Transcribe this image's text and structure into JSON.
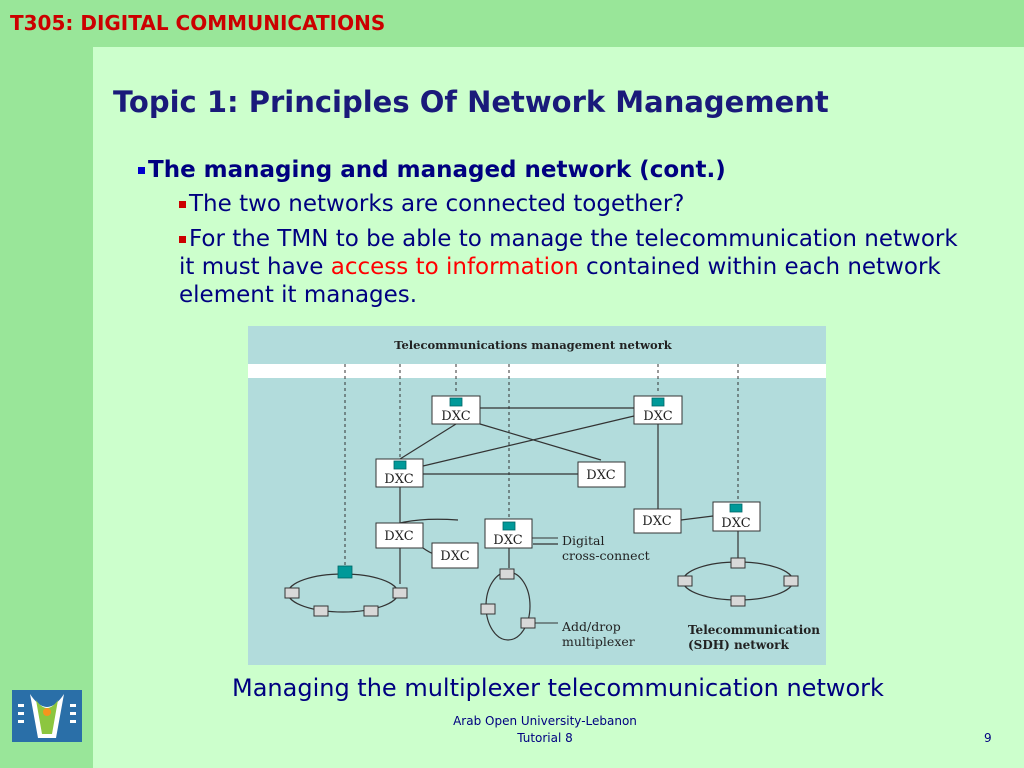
{
  "header": {
    "course": "T305: DIGITAL COMMUNICATIONS"
  },
  "slide": {
    "title": "Topic 1: Principles Of Network Management",
    "bullet_main": "The managing and managed network (cont.)",
    "sub_bullet_1": "The two networks are connected together?",
    "sub_bullet_2_before": "For the TMN to be able to manage the telecommunication network it must have ",
    "sub_bullet_2_highlight": "access to information",
    "sub_bullet_2_after": " contained within each network element it manages.",
    "caption": "Managing the multiplexer telecommunication network"
  },
  "diagram": {
    "tmn_label": "Telecommunications management network",
    "node_label": "DXC",
    "digital_cc_line1": "Digital",
    "digital_cc_line2": "cross-connect",
    "adm_line1": "Add/drop",
    "adm_line2": "multiplexer",
    "sdh_line1": "Telecommunication",
    "sdh_line2": "(SDH) network"
  },
  "footer": {
    "line1": "Arab Open University-Lebanon",
    "line2": "Tutorial 8",
    "page": "9"
  },
  "colors": {
    "header_bg": "#99e699",
    "slide_bg": "#ccffcc",
    "title": "#1a1a7a",
    "highlight": "#ff0000",
    "diagram_bg": "#b2dcdc",
    "tmn_marker": "#009999"
  }
}
